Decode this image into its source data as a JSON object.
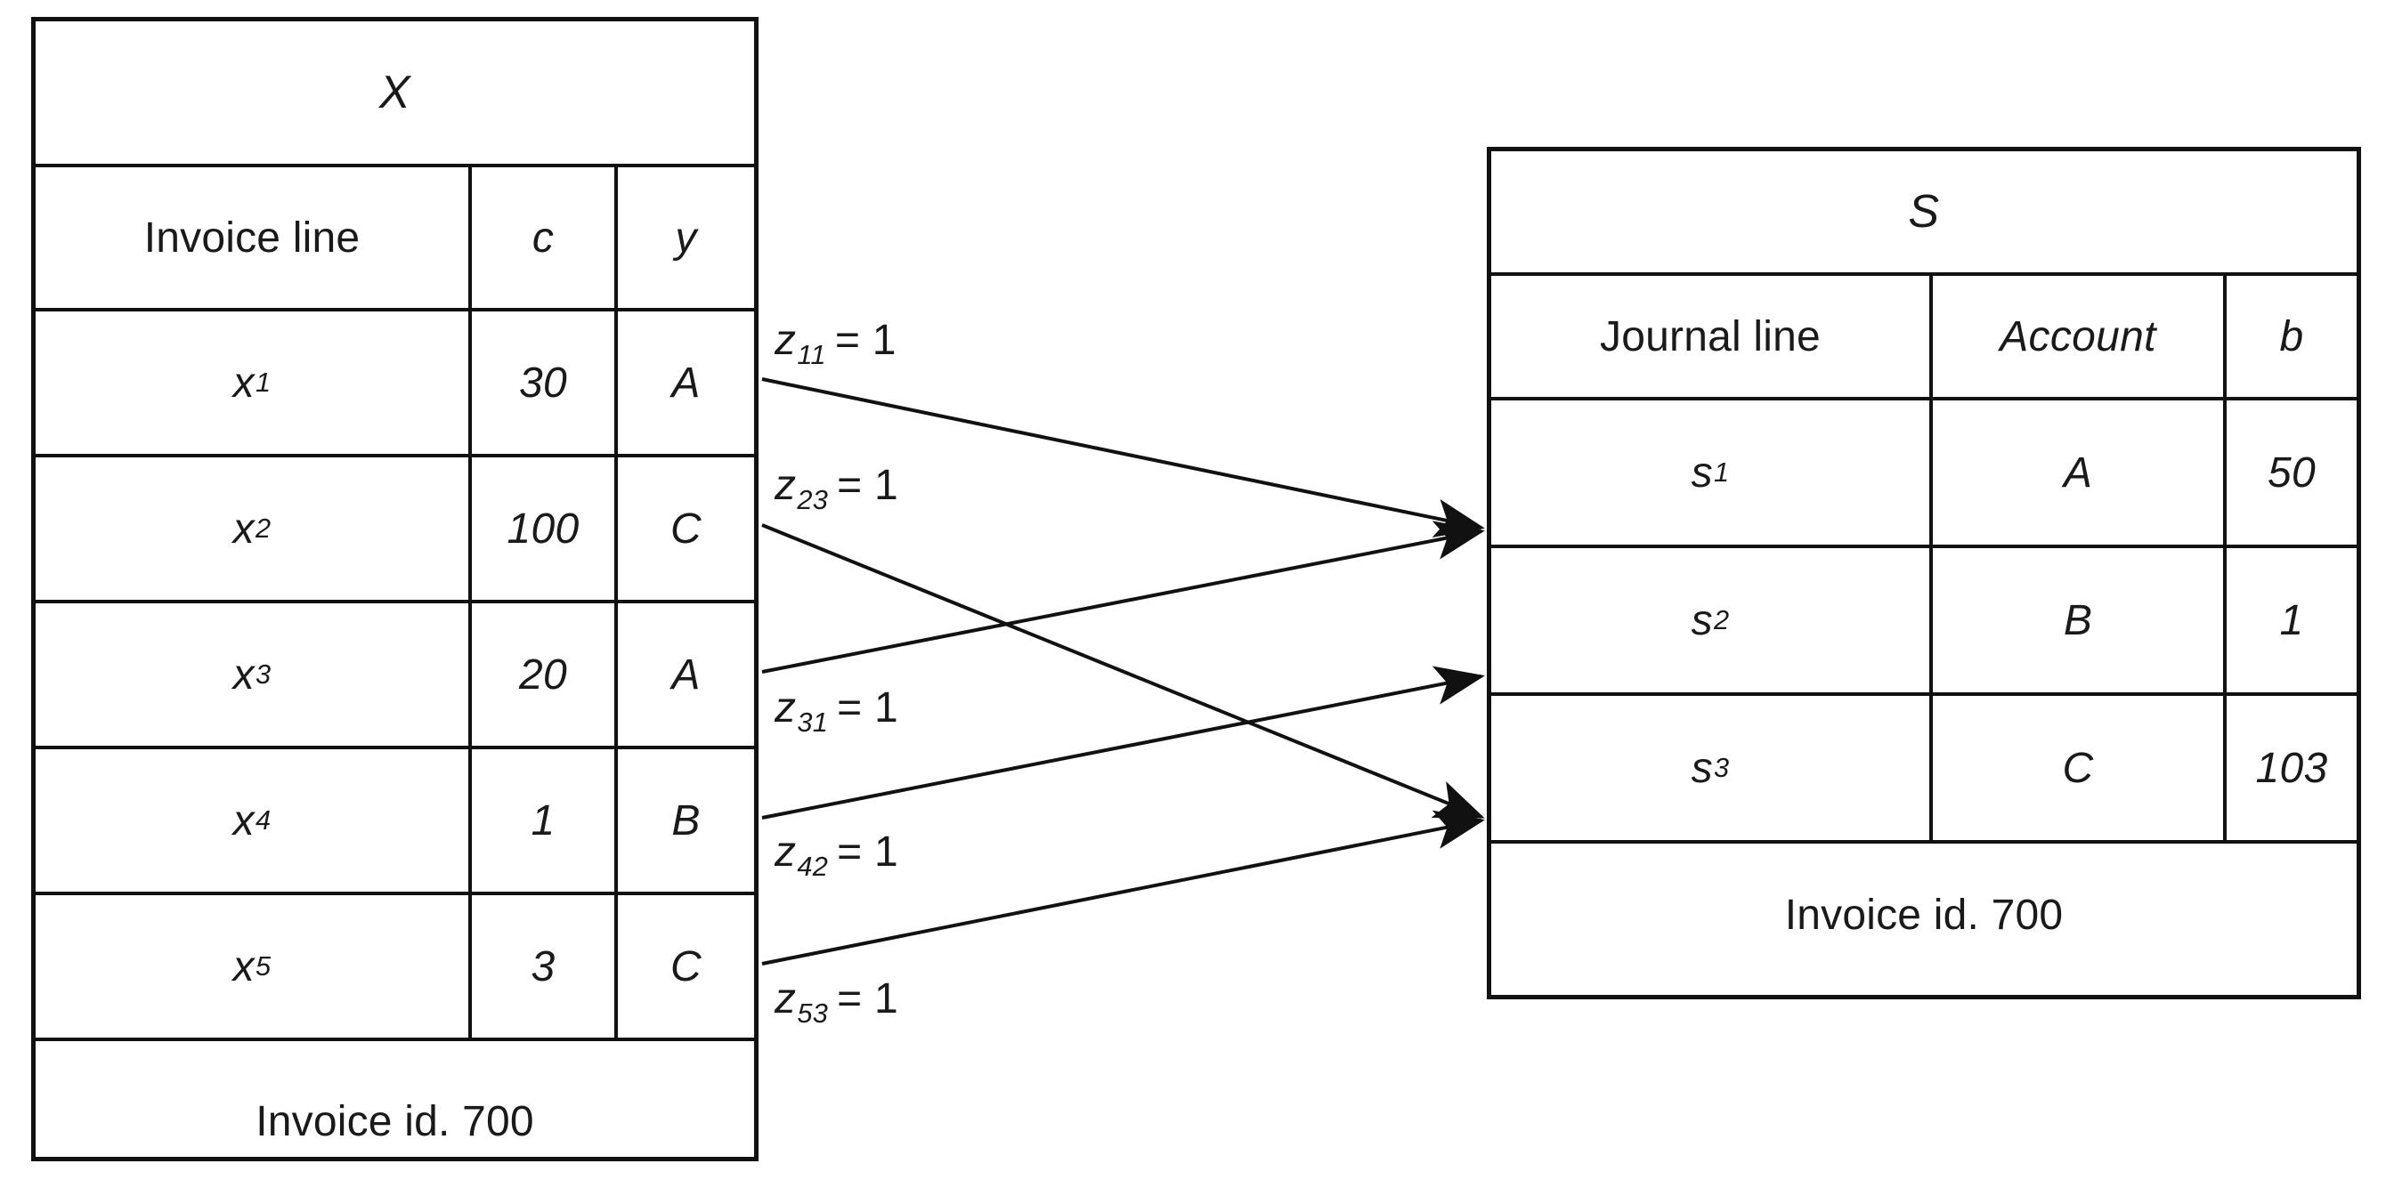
{
  "figure": {
    "kind": "mapping-diagram",
    "description": "Invoice lines mapped to journal lines by z indicator variables"
  },
  "left_table": {
    "title": "X",
    "headers": [
      "Invoice line",
      "c",
      "y"
    ],
    "rows": [
      {
        "line": "x",
        "index": "1",
        "c": "30",
        "y": "A"
      },
      {
        "line": "x",
        "index": "2",
        "c": "100",
        "y": "C"
      },
      {
        "line": "x",
        "index": "3",
        "c": "20",
        "y": "A"
      },
      {
        "line": "x",
        "index": "4",
        "c": "1",
        "y": "B"
      },
      {
        "line": "x",
        "index": "5",
        "c": "3",
        "y": "C"
      }
    ],
    "footer": "Invoice id. 700"
  },
  "right_table": {
    "title": "S",
    "headers": [
      "Journal line",
      "Account",
      "b"
    ],
    "rows": [
      {
        "line": "s",
        "index": "1",
        "account": "A",
        "b": "50"
      },
      {
        "line": "s",
        "index": "2",
        "account": "B",
        "b": "1"
      },
      {
        "line": "s",
        "index": "3",
        "account": "C",
        "b": "103"
      }
    ],
    "footer": "Invoice id. 700"
  },
  "arrows": [
    {
      "id": "z11",
      "symbol": "z",
      "subscript": "11",
      "equals": "= 1",
      "from": "x1",
      "to": "s1"
    },
    {
      "id": "z23",
      "symbol": "z",
      "subscript": "23",
      "equals": "= 1",
      "from": "x2",
      "to": "s3"
    },
    {
      "id": "z31",
      "symbol": "z",
      "subscript": "31",
      "equals": "= 1",
      "from": "x3",
      "to": "s1"
    },
    {
      "id": "z42",
      "symbol": "z",
      "subscript": "42",
      "equals": "= 1",
      "from": "x4",
      "to": "s2"
    },
    {
      "id": "z53",
      "symbol": "z",
      "subscript": "53",
      "equals": "= 1",
      "from": "x5",
      "to": "s3"
    }
  ],
  "style": {
    "line_color": "#111111",
    "background": "#ffffff",
    "text_color": "#1a1a1a"
  }
}
